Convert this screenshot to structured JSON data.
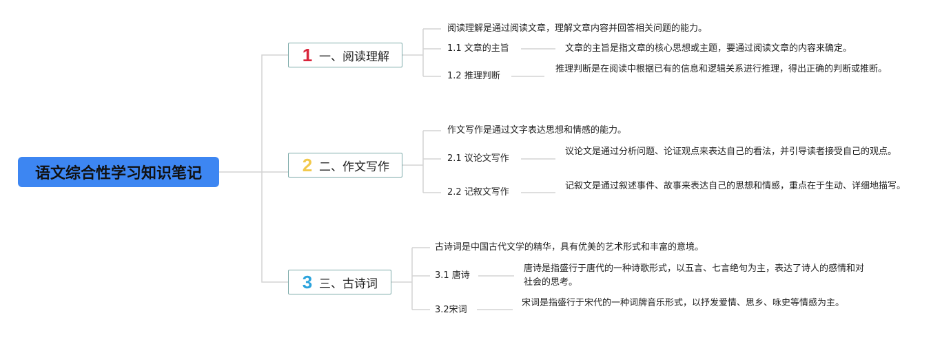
{
  "root": {
    "title": "语文综合性学习知识笔记"
  },
  "branches": [
    {
      "num": "1",
      "num_color": "#d9253b",
      "label": "一、阅读理解",
      "intro": "阅读理解是通过阅读文章，理解文章内容并回答相关问题的能力。",
      "subs": [
        {
          "label": "1.1 文章的主旨",
          "desc": "文章的主旨是指文章的核心思想或主题，要通过阅读文章的内容来确定。"
        },
        {
          "label": "1.2 推理判断",
          "desc": "推理判断是在阅读中根据已有的信息和逻辑关系进行推理，得出正确的判断或推断。"
        }
      ]
    },
    {
      "num": "2",
      "num_color": "#f2c94c",
      "label": "二、作文写作",
      "intro": "作文写作是通过文字表达思想和情感的能力。",
      "subs": [
        {
          "label": "2.1 议论文写作",
          "desc": "议论文是通过分析问题、论证观点来表达自己的看法，并引导读者接受自己的观点。"
        },
        {
          "label": "2.2 记叙文写作",
          "desc": "记叙文是通过叙述事件、故事来表达自己的思想和情感，重点在于生动、详细地描写。"
        }
      ]
    },
    {
      "num": "3",
      "num_color": "#2ba3dc",
      "label": "三、古诗词",
      "intro": "古诗词是中国古代文学的精华，具有优美的艺术形式和丰富的意境。",
      "subs": [
        {
          "label": "3.1 唐诗",
          "desc": "唐诗是指盛行于唐代的一种诗歌形式，以五言、七言绝句为主，表达了诗人的感情和对社会的思考。"
        },
        {
          "label": "3.2宋词",
          "desc": "宋词是指盛行于宋代的一种词牌音乐形式，以抒发爱情、思乡、咏史等情感为主。"
        }
      ]
    }
  ]
}
